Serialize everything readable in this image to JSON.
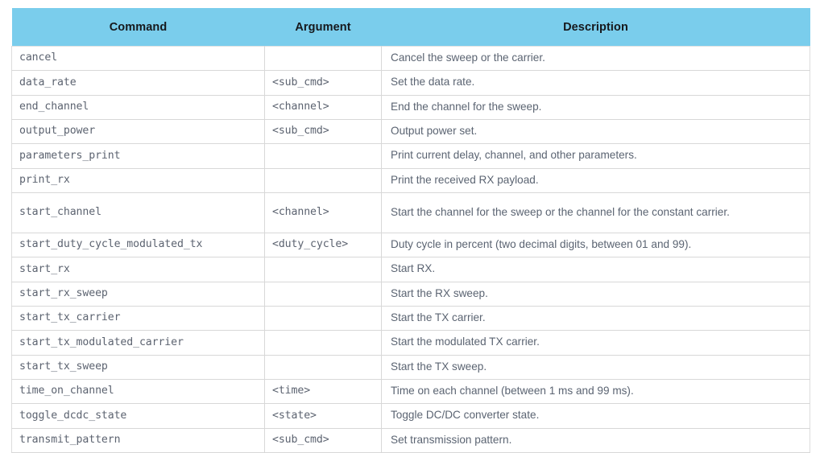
{
  "table": {
    "accent_header_bg": "#7ACDEC",
    "header_text_color": "#16181c",
    "body_text_color": "#5c6370",
    "border_color": "#d8d8d8",
    "columns": [
      {
        "key": "command",
        "label": "Command"
      },
      {
        "key": "argument",
        "label": "Argument"
      },
      {
        "key": "description",
        "label": "Description"
      }
    ],
    "rows": [
      {
        "command": "cancel",
        "argument": "",
        "description": "Cancel the sweep or the carrier."
      },
      {
        "command": "data_rate",
        "argument": "<sub_cmd>",
        "description": "Set the data rate."
      },
      {
        "command": "end_channel",
        "argument": "<channel>",
        "description": "End the channel for the sweep."
      },
      {
        "command": "output_power",
        "argument": "<sub_cmd>",
        "description": "Output power set."
      },
      {
        "command": "parameters_print",
        "argument": "",
        "description": "Print current delay, channel, and other parameters."
      },
      {
        "command": "print_rx",
        "argument": "",
        "description": "Print the received RX payload."
      },
      {
        "command": "start_channel",
        "argument": "<channel>",
        "description": "Start the channel for the sweep or the channel for the constant carrier.",
        "tall": true
      },
      {
        "command": "start_duty_cycle_modulated_tx",
        "argument": "<duty_cycle>",
        "description": "Duty cycle in percent (two decimal digits, between 01 and 99)."
      },
      {
        "command": "start_rx",
        "argument": "",
        "description": "Start RX."
      },
      {
        "command": "start_rx_sweep",
        "argument": "",
        "description": "Start the RX sweep."
      },
      {
        "command": "start_tx_carrier",
        "argument": "",
        "description": "Start the TX carrier."
      },
      {
        "command": "start_tx_modulated_carrier",
        "argument": "",
        "description": "Start the modulated TX carrier."
      },
      {
        "command": "start_tx_sweep",
        "argument": "",
        "description": "Start the TX sweep."
      },
      {
        "command": "time_on_channel",
        "argument": "<time>",
        "description": "Time on each channel (between 1 ms and 99 ms)."
      },
      {
        "command": "toggle_dcdc_state",
        "argument": "<state>",
        "description": "Toggle DC/DC converter state."
      },
      {
        "command": "transmit_pattern",
        "argument": "<sub_cmd>",
        "description": "Set transmission pattern."
      }
    ]
  }
}
